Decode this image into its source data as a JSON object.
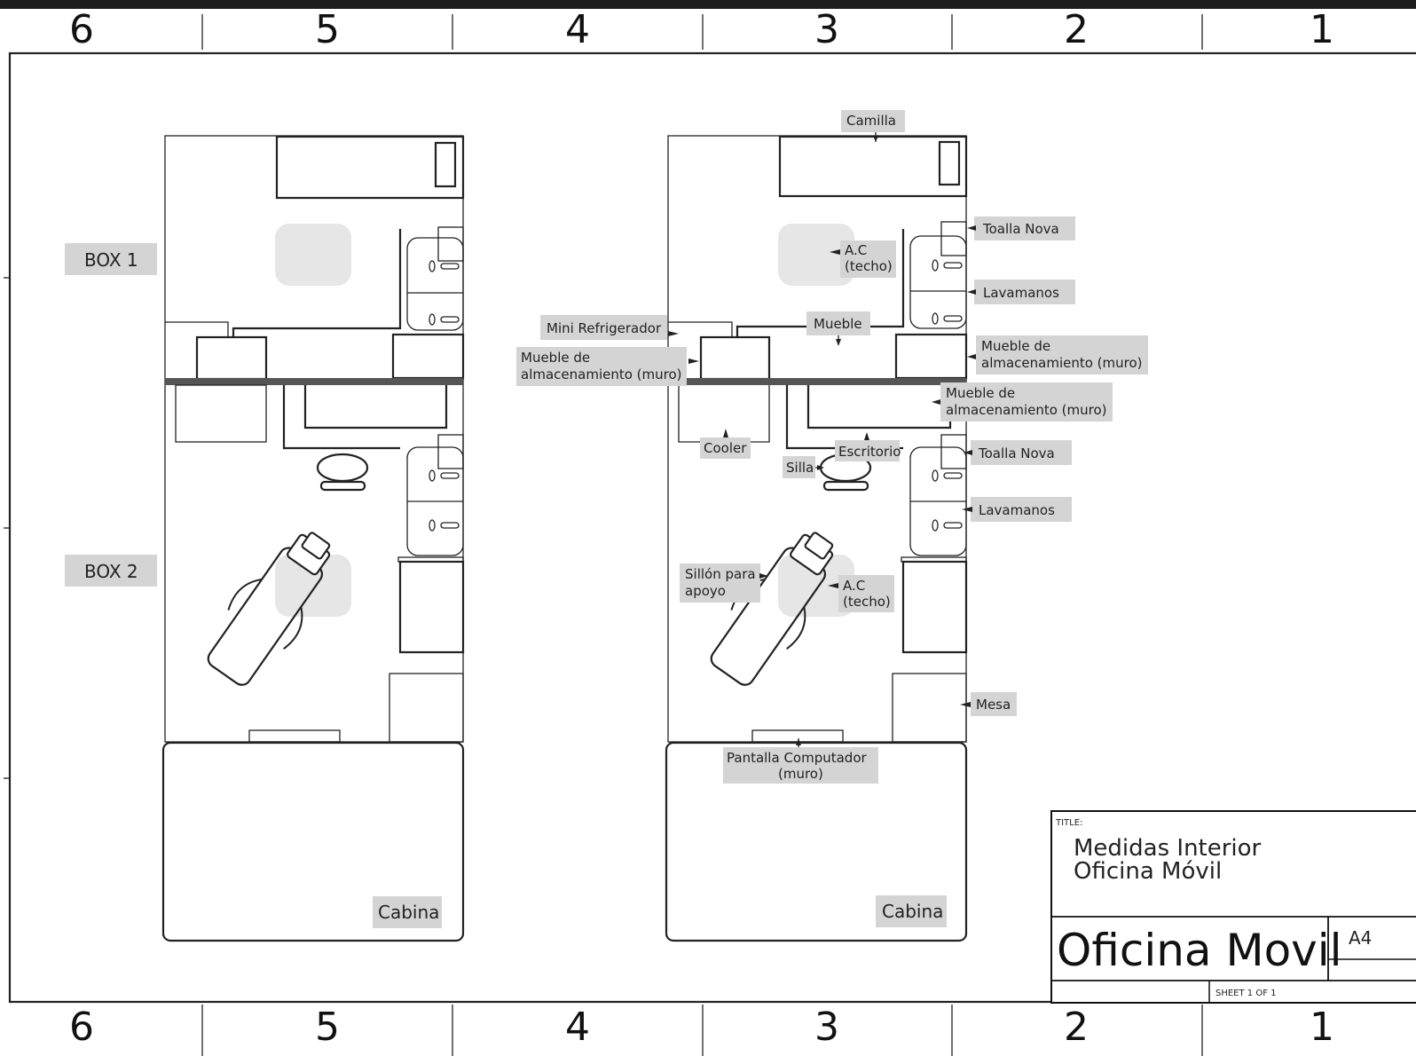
{
  "zones_top": [
    "6",
    "5",
    "4",
    "3",
    "2",
    "1"
  ],
  "zones_bottom": [
    "6",
    "5",
    "4",
    "3",
    "2",
    "1"
  ],
  "left_plan": {
    "box1": "BOX 1",
    "box2": "BOX 2",
    "cabina": "Cabina"
  },
  "right_plan": {
    "labels": {
      "camilla": "Camilla",
      "toalla_nova_1": "Toalla Nova",
      "ac_1_line1": "A.C",
      "ac_1_line2": "(techo)",
      "lavamanos_1": "Lavamanos",
      "mini_refrigerador": "Mini Refrigerador",
      "mueble": "Mueble",
      "mueble_alm_left_line1": "Mueble de",
      "mueble_alm_left_line2": "almacenamiento (muro)",
      "mueble_alm_right1_line1": "Mueble de",
      "mueble_alm_right1_line2": "almacenamiento (muro)",
      "mueble_alm_right2_line1": "Mueble de",
      "mueble_alm_right2_line2": "almacenamiento (muro)",
      "cooler": "Cooler",
      "escritorio": "Escritorio",
      "silla": "Silla",
      "toalla_nova_2": "Toalla Nova",
      "lavamanos_2": "Lavamanos",
      "sillon_line1": "Sillón para",
      "sillon_line2": "apoyo",
      "ac_2_line1": "A.C",
      "ac_2_line2": "(techo)",
      "mesa": "Mesa",
      "pantalla_line1": "Pantalla Computador",
      "pantalla_line2": "(muro)",
      "cabina": "Cabina"
    }
  },
  "title_block": {
    "title_label": "TITLE:",
    "title_line1": "Medidas  Interior",
    "title_line2": "Oficina Móvil",
    "drawing_name": "Oficina Movil",
    "size": "A4",
    "sheet": "SHEET 1 OF 1"
  }
}
